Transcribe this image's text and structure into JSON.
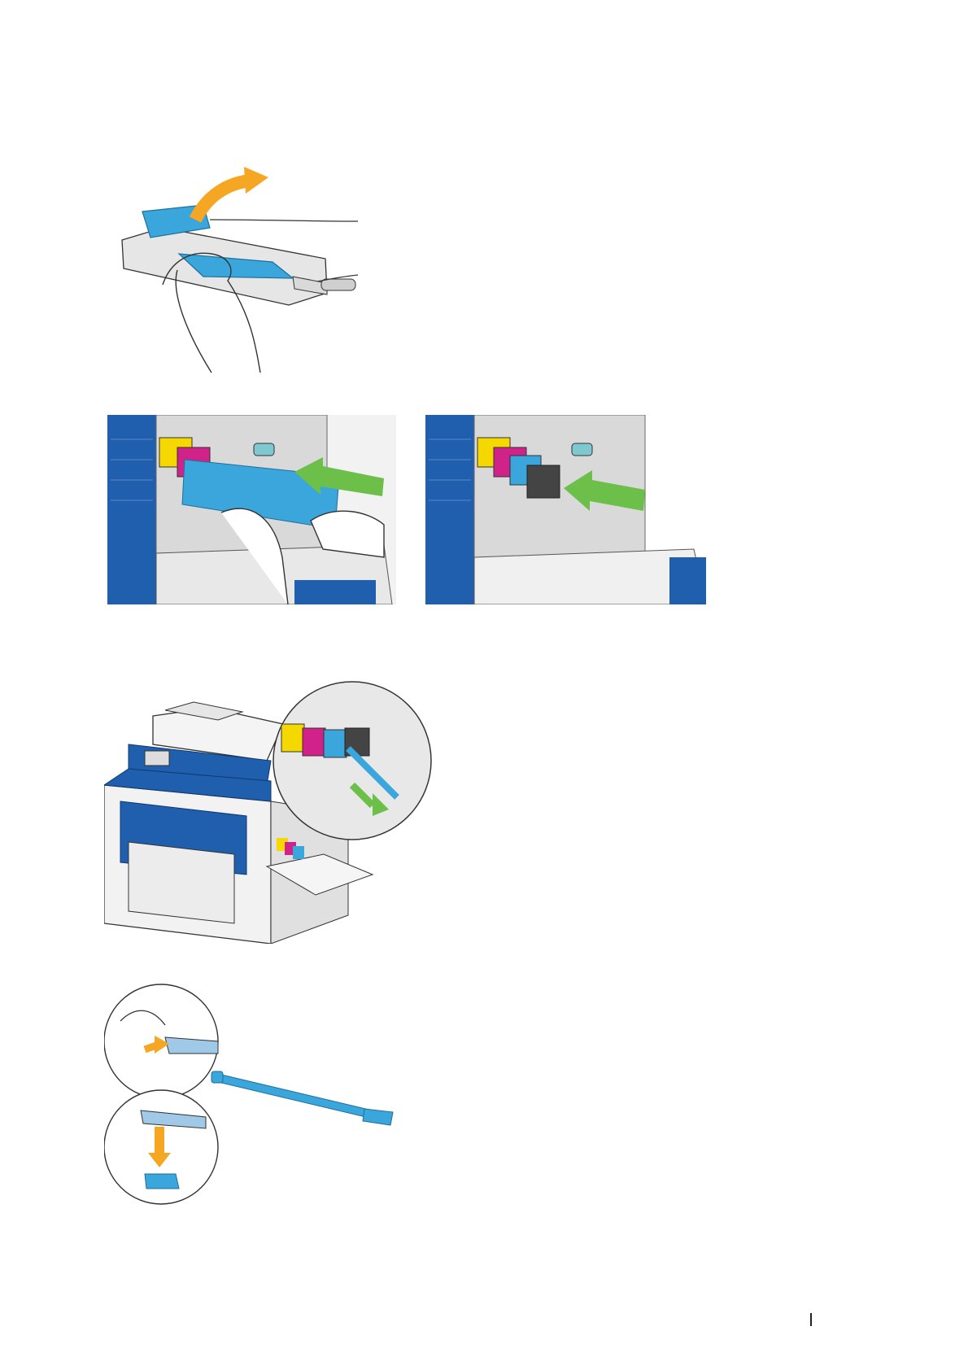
{
  "page": {
    "background": "#ffffff",
    "figures": [
      {
        "icon": "toner-cartridge-removing-protective-cover-illustration"
      },
      {
        "icon": "inserting-cyan-cartridge-into-printer-illustration"
      },
      {
        "icon": "pushing-cyan-cartridge-in-place-illustration"
      },
      {
        "icon": "multifunction-printer-cleaning-rod-removal-illustration"
      },
      {
        "icon": "cleaning-rod-pad-replacement-illustration"
      }
    ],
    "colors": {
      "cyan": "#3aa6dc",
      "magenta": "#d1228a",
      "yellow": "#f5d800",
      "green_arrow": "#6cc04a",
      "orange_arrow": "#f5a623",
      "printer_blue": "#1f5fae",
      "line": "#333333",
      "gray": "#bfbfbf"
    }
  }
}
